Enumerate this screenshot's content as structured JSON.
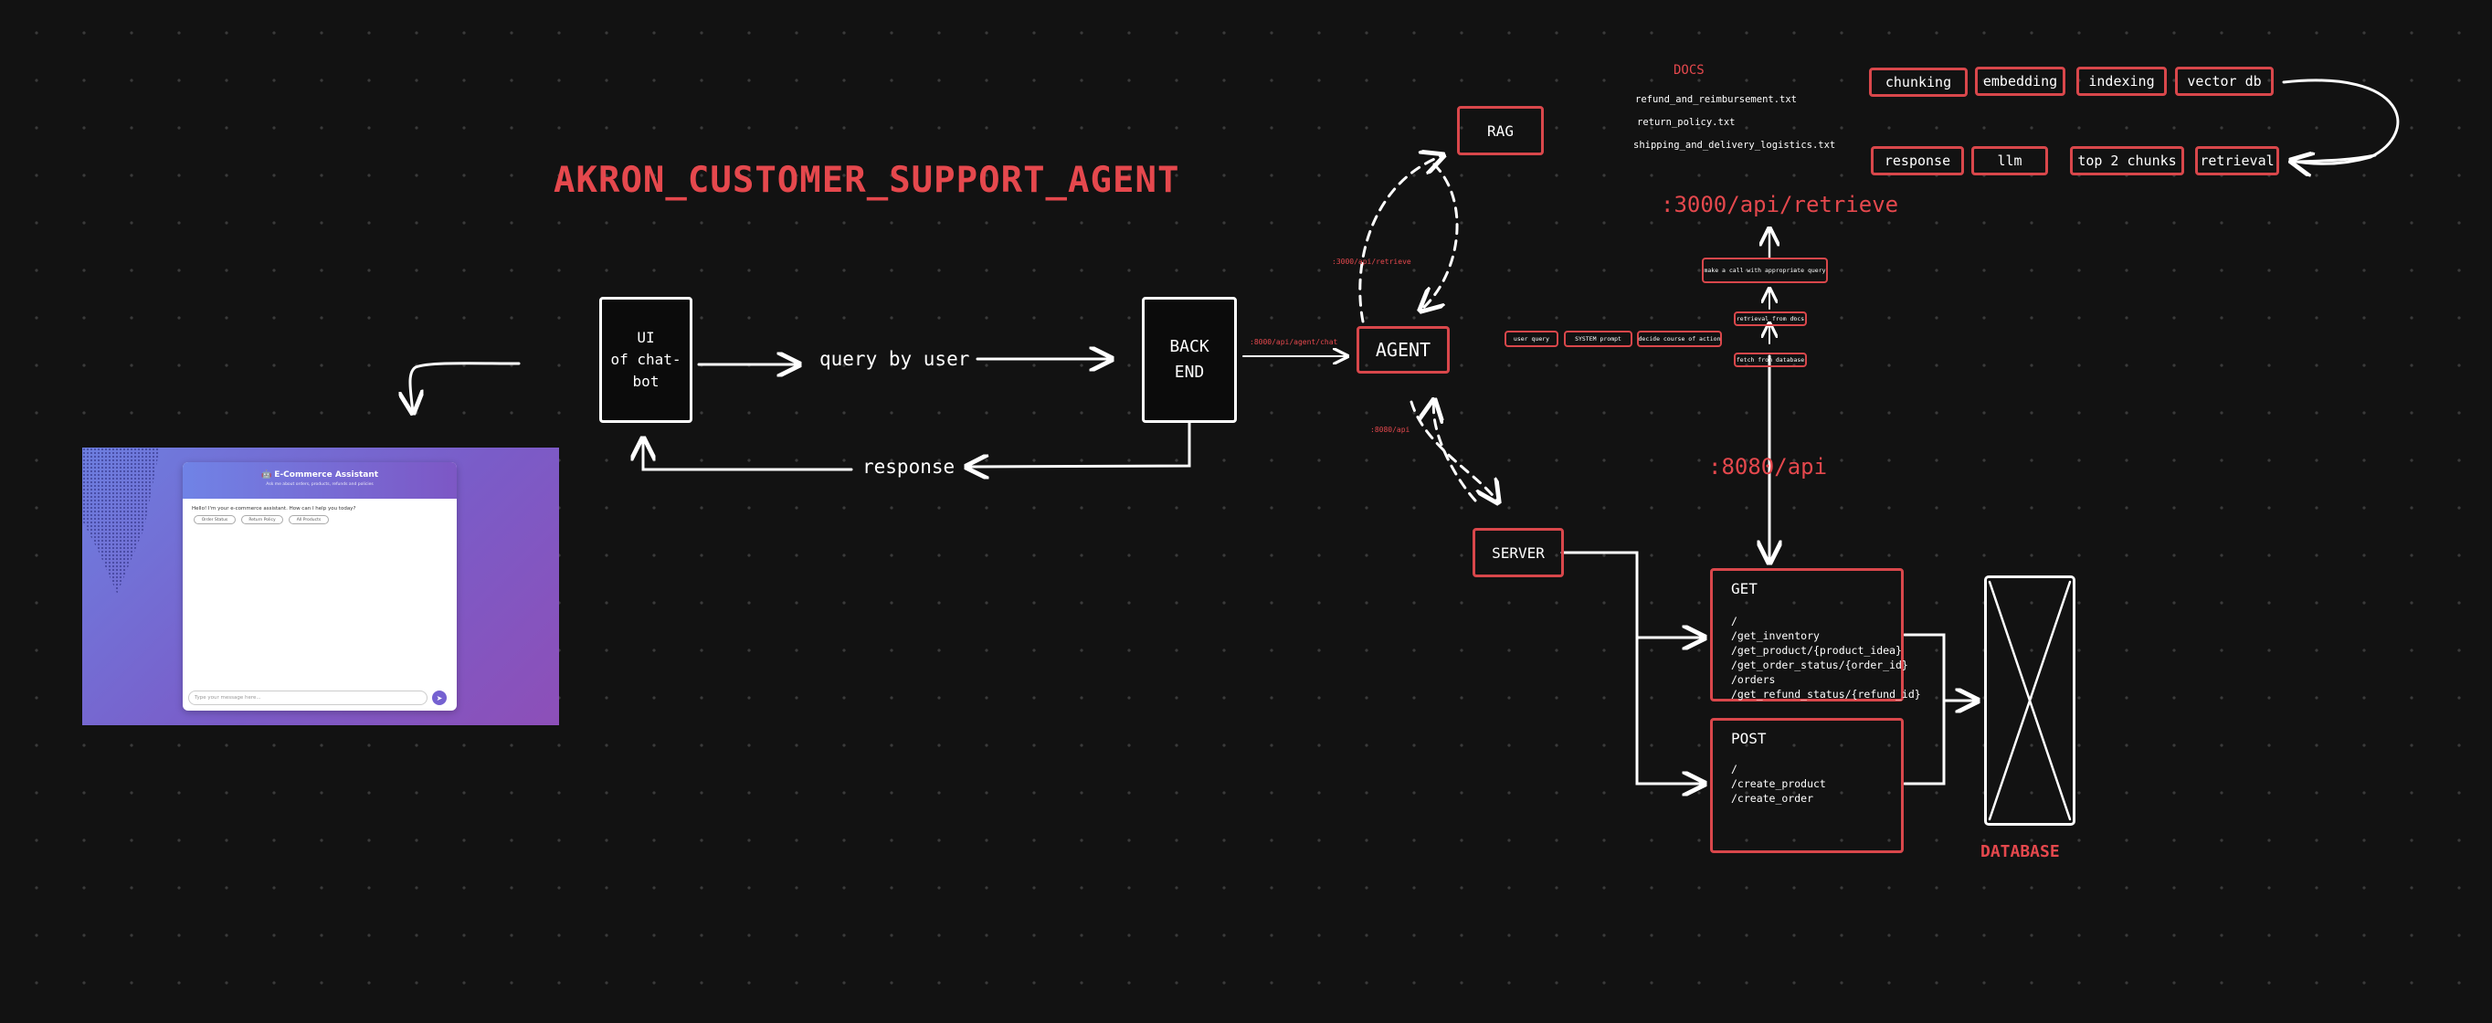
{
  "title": "AKRON_CUSTOMER_SUPPORT_AGENT",
  "ui_box": {
    "line1": "UI",
    "line2": "of chat-",
    "line3": "bot"
  },
  "backend_box": {
    "line1": "BACK",
    "line2": "END"
  },
  "agent_label": "AGENT",
  "rag_label": "RAG",
  "server_label": "SERVER",
  "query_label": "query by user",
  "response_label": "response",
  "backend_agent_endpoint": ":8000/api/agent/chat",
  "agent_retrieve_endpoint": ":3000/api/retrieve",
  "agent_server_endpoint": ":8080/api",
  "retrieve_endpoint": ":3000/api/retrieve",
  "api_endpoint": ":8080/api",
  "docs": {
    "heading": "DOCS",
    "files": [
      "refund_and_reimbursement.txt",
      "return_policy.txt",
      "shipping_and_delivery_logistics.txt"
    ]
  },
  "rag_pipeline_top": [
    "chunking",
    "embedding",
    "indexing",
    "vector db"
  ],
  "rag_pipeline_bottom": [
    "response",
    "llm",
    "top 2 chunks",
    "retrieval"
  ],
  "agent_steps": [
    "user query",
    "SYSTEM prompt",
    "decide course of action"
  ],
  "tool_call_box": "make a call with appropriate query",
  "retrieval_box": "retrieval from docs",
  "fetch_box": "fetch from database",
  "get_box": {
    "heading": "GET",
    "routes": [
      "/",
      "/get_inventory",
      "/get_product/{product_idea}",
      "/get_order_status/{order_id}",
      "/orders",
      "/get_refund_status/{refund_id}"
    ]
  },
  "post_box": {
    "heading": "POST",
    "routes": [
      "/",
      "/create_product",
      "/create_order"
    ]
  },
  "database_label": "DATABASE",
  "screenshot": {
    "title": "🤖 E-Commerce Assistant",
    "subtitle": "Ask me about orders, products, refunds and policies",
    "bot_message": "Hello! I'm your e-commerce assistant. How can I help you today?",
    "chips": [
      "Order Status",
      "Return Policy",
      "All Products"
    ],
    "input_placeholder": "Type your message here...",
    "send_icon": "send-arrow-icon"
  },
  "colors": {
    "accent_red": "#e5484d",
    "background": "#121212",
    "ink": "#ffffff"
  }
}
